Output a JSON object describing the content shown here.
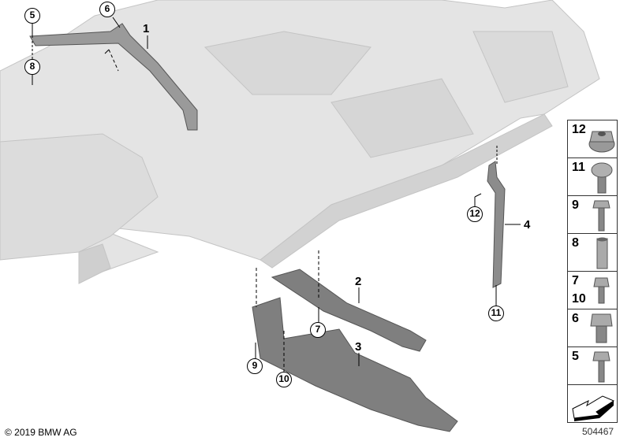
{
  "diagram": {
    "callouts": {
      "c1": "1",
      "c2": "2",
      "c3": "3",
      "c4": "4",
      "c5": "5",
      "c6": "6",
      "c7": "7",
      "c8": "8",
      "c9": "9",
      "c10": "10",
      "c11": "11",
      "c12": "12"
    },
    "legend": [
      {
        "label": "12",
        "icon": "flange-nut-icon"
      },
      {
        "label": "11",
        "icon": "torx-bolt-icon"
      },
      {
        "label": "9",
        "icon": "hex-bolt-long-icon"
      },
      {
        "label": "8",
        "icon": "spacer-sleeve-icon"
      },
      {
        "label": "7",
        "label2": "10",
        "icon": "hex-bolt-short-icon"
      },
      {
        "label": "6",
        "icon": "hex-bolt-large-icon"
      },
      {
        "label": "5",
        "icon": "hex-bolt-icon"
      },
      {
        "label": "",
        "icon": "direction-arrow-icon"
      }
    ],
    "copyright": "© 2019 BMW AG",
    "diagram_number": "504467",
    "colors": {
      "body": "#e4e4e4",
      "body_edge": "#bdbdbd",
      "part": "#8c8c8c",
      "part_edge": "#555555"
    }
  }
}
